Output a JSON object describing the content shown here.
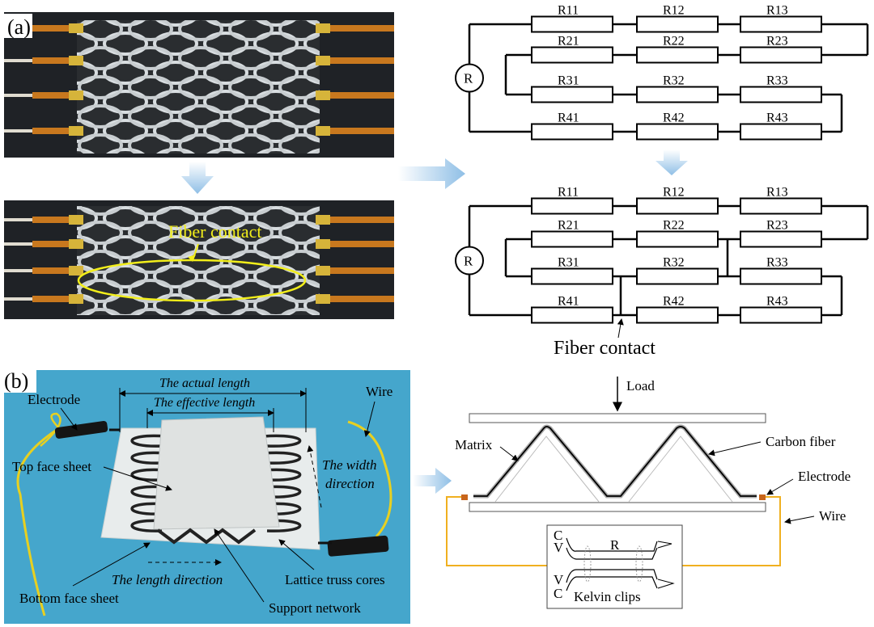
{
  "panel_a": {
    "label": "(a)",
    "fiber_contact_photo_label": "Fiber contact",
    "circuit_before": {
      "source": "R",
      "rows": [
        [
          "R11",
          "R12",
          "R13"
        ],
        [
          "R21",
          "R22",
          "R23"
        ],
        [
          "R31",
          "R32",
          "R33"
        ],
        [
          "R41",
          "R42",
          "R43"
        ]
      ]
    },
    "circuit_after": {
      "source": "R",
      "rows": [
        [
          "R11",
          "R12",
          "R13"
        ],
        [
          "R21",
          "R22",
          "R23"
        ],
        [
          "R31",
          "R32",
          "R33"
        ],
        [
          "R41",
          "R42",
          "R43"
        ]
      ],
      "fiber_contact_label": "Fiber contact"
    }
  },
  "panel_b": {
    "label": "(b)",
    "photo_labels": {
      "actual_length": "The actual length",
      "effective_length": "The effective length",
      "electrode": "Electrode",
      "wire": "Wire",
      "top_face_sheet": "Top face sheet",
      "width_direction_1": "The width",
      "width_direction_2": "direction",
      "length_direction": "The length direction",
      "bottom_face_sheet": "Bottom face sheet",
      "lattice_truss_cores": "Lattice truss cores",
      "support_network": "Support network"
    },
    "schematic_labels": {
      "load": "Load",
      "matrix": "Matrix",
      "carbon_fiber": "Carbon fiber",
      "electrode": "Electrode",
      "wire": "Wire",
      "resistance": "R",
      "c_top": "C",
      "v_top": "V",
      "v_bottom": "V",
      "c_bottom": "C",
      "kelvin_clips": "Kelvin clips"
    }
  },
  "colors": {
    "arrow": "#8fbfe6",
    "fiber_contact": "#f2ee1a",
    "photo_background_b": "#45a6cc",
    "wire": "#f0b020",
    "electrode": "#c8651b"
  }
}
